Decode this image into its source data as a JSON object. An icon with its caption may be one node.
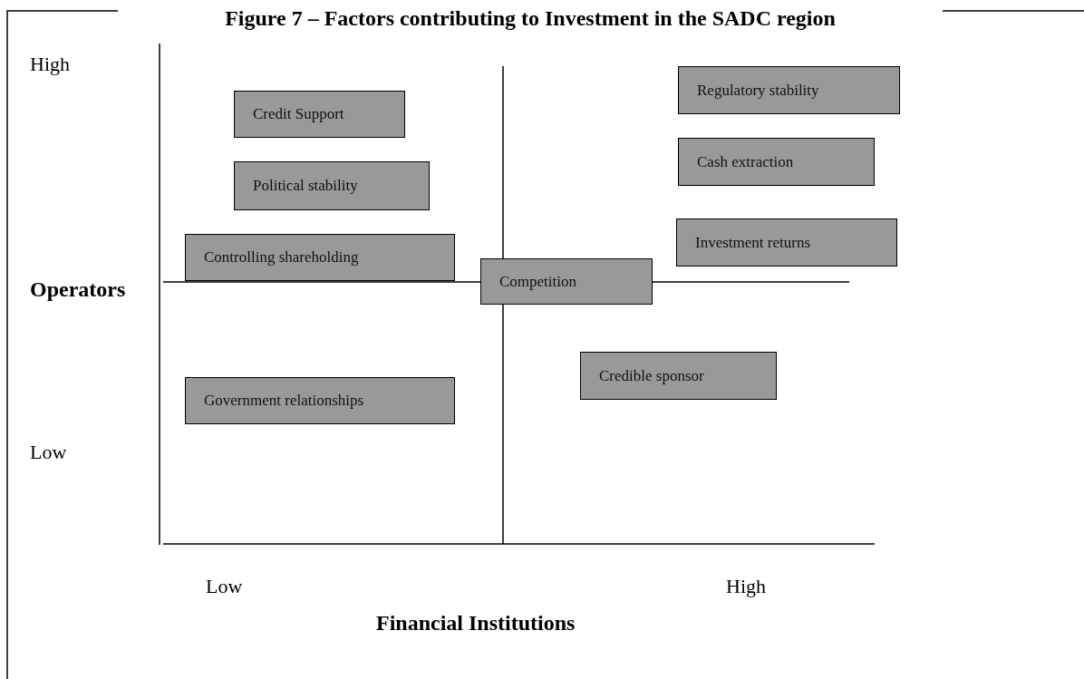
{
  "diagram": {
    "title": "Figure 7 – Factors contributing to Investment in the SADC region",
    "nodes": [
      {
        "text": [
          "Regulatory stability"
        ]
      },
      {
        "text": [
          "Credit Support"
        ]
      },
      {
        "text": [
          "Cash extraction"
        ]
      },
      {
        "text": [
          "Political stability"
        ]
      },
      {
        "text": [
          "Investment returns"
        ]
      },
      {
        "text": [
          "Controlling shareholding"
        ]
      },
      {
        "text": [
          "Competition"
        ]
      },
      {
        "text": [
          "Credible sponsor"
        ]
      },
      {
        "text": [
          "Government relationships"
        ]
      }
    ],
    "labels": [
      "High",
      "Operators",
      "Low",
      "Low",
      "High",
      "Financial Institutions"
    ]
  }
}
